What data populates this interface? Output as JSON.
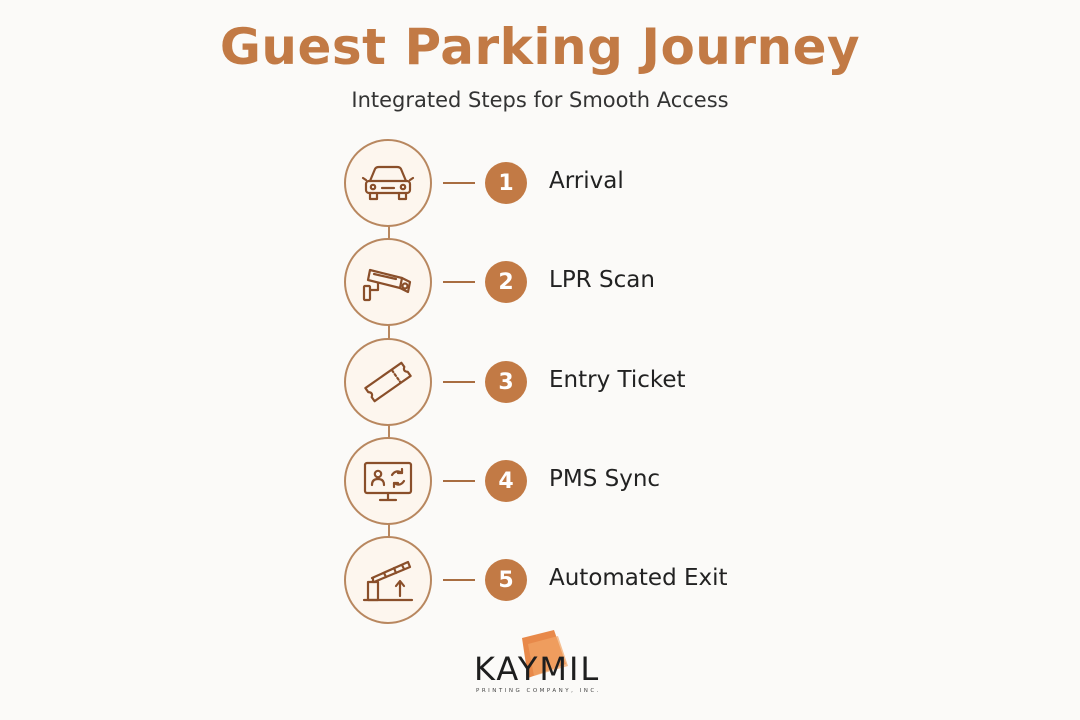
{
  "title": "Guest Parking Journey",
  "subtitle": "Integrated Steps for Smooth Access",
  "steps": [
    {
      "number": "1",
      "label": "Arrival",
      "icon": "car-icon"
    },
    {
      "number": "2",
      "label": "LPR Scan",
      "icon": "security-camera-icon"
    },
    {
      "number": "3",
      "label": "Entry Ticket",
      "icon": "ticket-icon"
    },
    {
      "number": "4",
      "label": "PMS Sync",
      "icon": "monitor-sync-icon"
    },
    {
      "number": "5",
      "label": "Automated Exit",
      "icon": "barrier-gate-icon"
    }
  ],
  "logo": {
    "text": "KAYMIL",
    "tagline": "PRINTING COMPANY, INC."
  },
  "colors": {
    "accent": "#c27a45",
    "outline": "#b8875f",
    "circle_fill": "#fdf6ee"
  }
}
